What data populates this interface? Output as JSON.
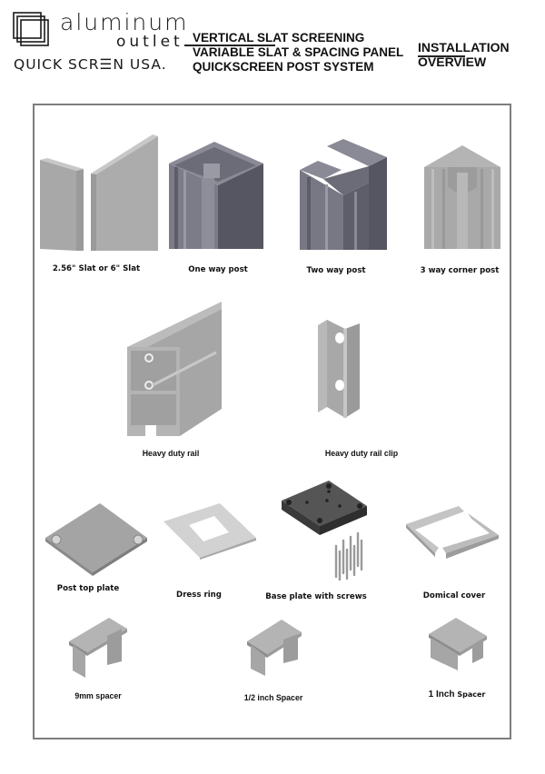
{
  "header": {
    "logo": {
      "icon": "nested-squares-logo-icon",
      "word_line1": "aluminum",
      "word_line2": "outlet",
      "tagline_part1": "QUICK SCR",
      "tagline_e_glyph": "☰",
      "tagline_part2": "N USA."
    },
    "title_lines": [
      "VERTICAL SLAT SCREENING",
      "VARIABLE SLAT & SPACING PANEL",
      "QUICKSCREEN POST SYSTEM"
    ],
    "section_title": [
      "INSTALLATION",
      "OVERVIEW"
    ]
  },
  "components": [
    {
      "id": "slat",
      "label": "2.56\" Slat or 6\" Slat",
      "icon": "slat-icon"
    },
    {
      "id": "one-way-post",
      "label": "One way post",
      "icon": "one-way-post-icon"
    },
    {
      "id": "two-way-post",
      "label": "Two way post",
      "icon": "two-way-post-icon"
    },
    {
      "id": "corner-post",
      "label": "3 way corner post",
      "icon": "corner-post-icon"
    },
    {
      "id": "rail",
      "label": "Heavy duty rail",
      "icon": "rail-icon"
    },
    {
      "id": "rail-clip",
      "label": "Heavy duty rail clip",
      "icon": "rail-clip-icon"
    },
    {
      "id": "top-plate",
      "label": "Post top plate",
      "icon": "top-plate-icon"
    },
    {
      "id": "dress-ring",
      "label": "Dress ring",
      "icon": "dress-ring-icon"
    },
    {
      "id": "base-plate",
      "label": "Base plate with screws",
      "icon": "base-plate-icon"
    },
    {
      "id": "domical-cover",
      "label": "Domical cover",
      "icon": "domical-cover-icon"
    },
    {
      "id": "spacer-9mm",
      "label": "9mm spacer",
      "icon": "spacer-icon"
    },
    {
      "id": "spacer-half",
      "label": "1/2 inch Spacer",
      "icon": "spacer-icon"
    },
    {
      "id": "spacer-1in",
      "label_bold": "1 Inch",
      "label_rest": " Spacer",
      "icon": "spacer-icon"
    }
  ],
  "colors": {
    "frame_border": "#7d7d7d",
    "light_metal": "#a9a9a9",
    "dark_metal": "#5c5c66",
    "text": "#111111"
  }
}
